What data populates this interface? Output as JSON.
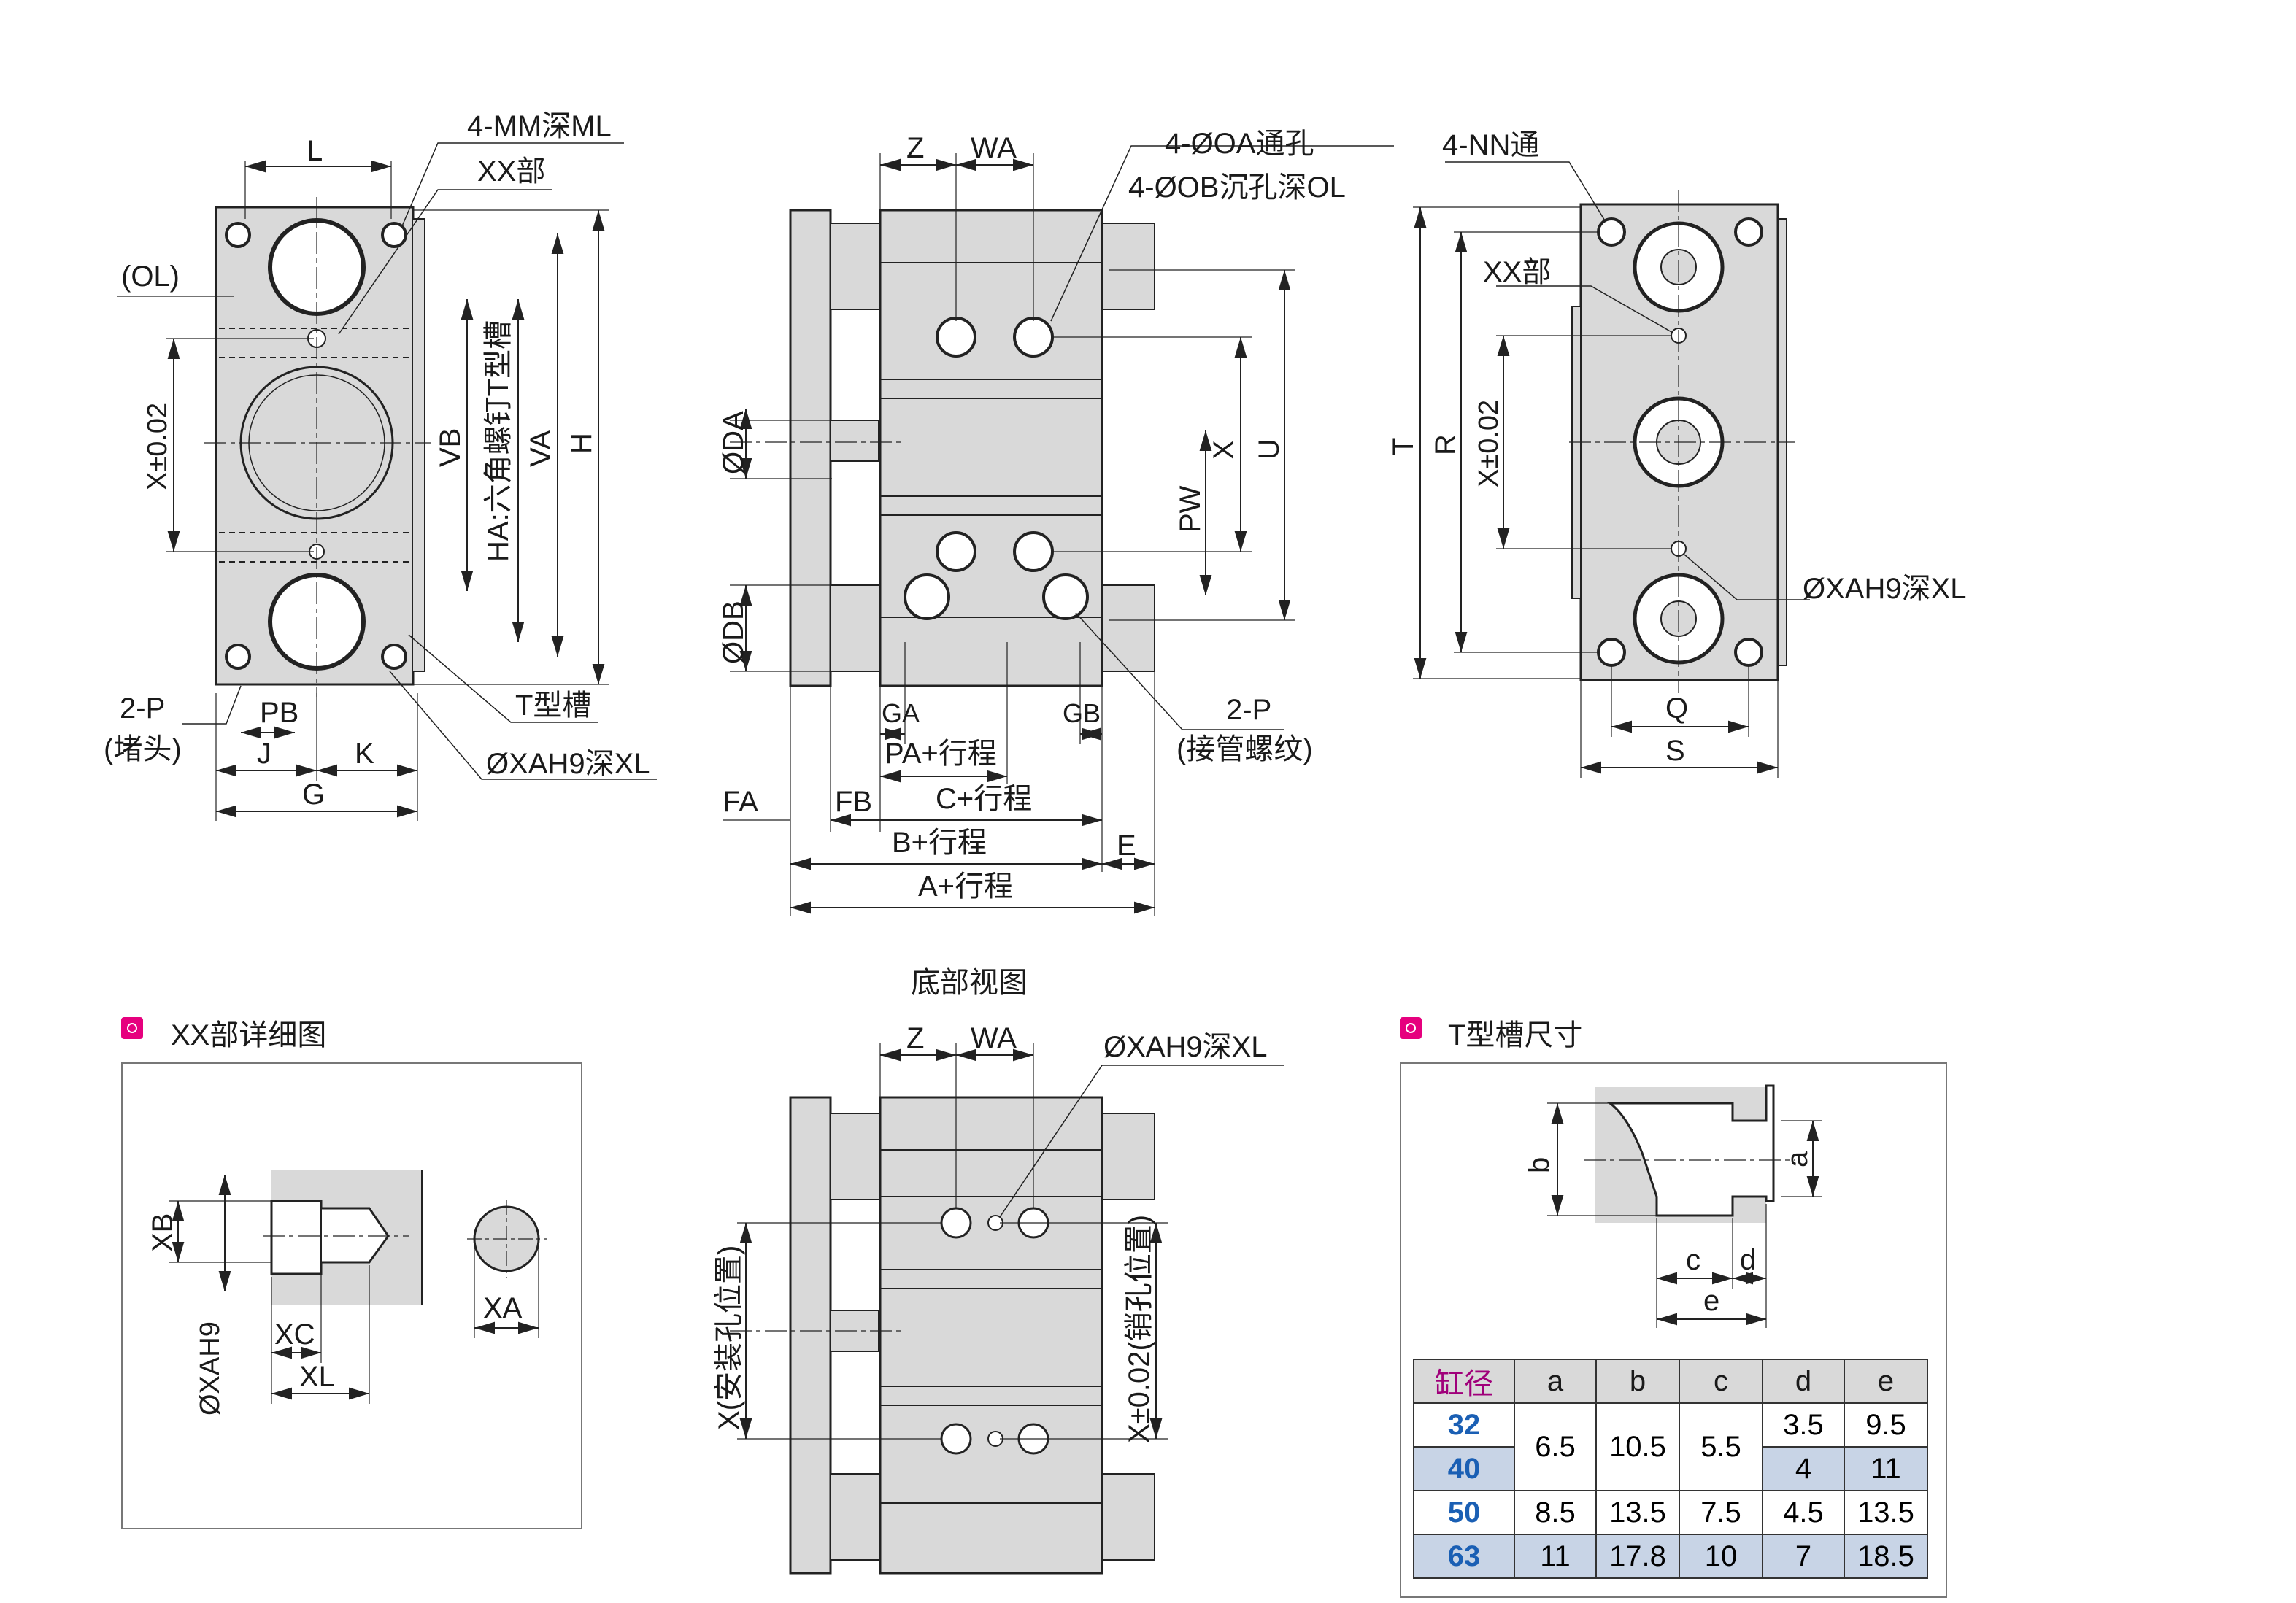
{
  "colors": {
    "accent": "#e6007e",
    "bore_text": "#1a5fb4",
    "header_accent": "#a0007a",
    "body_fill": "#d9d9d9",
    "row_shade": "#c8d4e6"
  },
  "front_view": {
    "labels": {
      "L": "L",
      "mm": "4-MM深ML",
      "xx": "XX部",
      "ol": "(OL)",
      "x_tol": "X±0.02",
      "vb": "VB",
      "ha": "HA:六角螺钉T型槽",
      "va": "VA",
      "h": "H",
      "p": "2-P",
      "p_note": "(堵头)",
      "pb": "PB",
      "j": "J",
      "k": "K",
      "g": "G",
      "t_slot": "T型槽",
      "xa": "ØXAH9深XL"
    }
  },
  "side_view": {
    "labels": {
      "z": "Z",
      "wa": "WA",
      "oa": "4-ØOA通孔",
      "ob": "4-ØOB沉孔深OL",
      "da": "ØDA",
      "db": "ØDB",
      "x": "X",
      "u": "U",
      "pw": "PW",
      "ga": "GA",
      "gb": "GB",
      "pa": "PA+行程",
      "p": "2-P",
      "p_note": "(接管螺纹)",
      "fa": "FA",
      "fb": "FB",
      "c": "C+行程",
      "b": "B+行程",
      "e": "E",
      "a": "A+行程"
    }
  },
  "rear_view": {
    "labels": {
      "nn": "4-NN通",
      "xx": "XX部",
      "t": "T",
      "r": "R",
      "x_tol": "X±0.02",
      "xa": "ØXAH9深XL",
      "q": "Q",
      "s": "S"
    }
  },
  "bottom_view": {
    "title": "底部视图",
    "labels": {
      "z": "Z",
      "wa": "WA",
      "xa": "ØXAH9深XL",
      "x_mount": "X(安装孔位置)",
      "x_pin": "X±0.02(销孔位置)"
    }
  },
  "xx_detail": {
    "title": "XX部详细图",
    "labels": {
      "xb": "XB",
      "xa_h9": "ØXAH9",
      "xc": "XC",
      "xl": "XL",
      "xa": "XA"
    }
  },
  "t_slot": {
    "title": "T型槽尺寸",
    "labels": {
      "a": "a",
      "b": "b",
      "c": "c",
      "d": "d",
      "e": "e"
    },
    "table": {
      "headers": [
        "缸径",
        "a",
        "b",
        "c",
        "d",
        "e"
      ],
      "rows": [
        {
          "bore": "32",
          "a": "6.5",
          "b": "10.5",
          "c": "5.5",
          "d": "3.5",
          "e": "9.5"
        },
        {
          "bore": "40",
          "a": "",
          "b": "",
          "c": "",
          "d": "4",
          "e": "11"
        },
        {
          "bore": "50",
          "a": "8.5",
          "b": "13.5",
          "c": "7.5",
          "d": "4.5",
          "e": "13.5"
        },
        {
          "bore": "63",
          "a": "11",
          "b": "17.8",
          "c": "10",
          "d": "7",
          "e": "18.5"
        }
      ]
    }
  }
}
